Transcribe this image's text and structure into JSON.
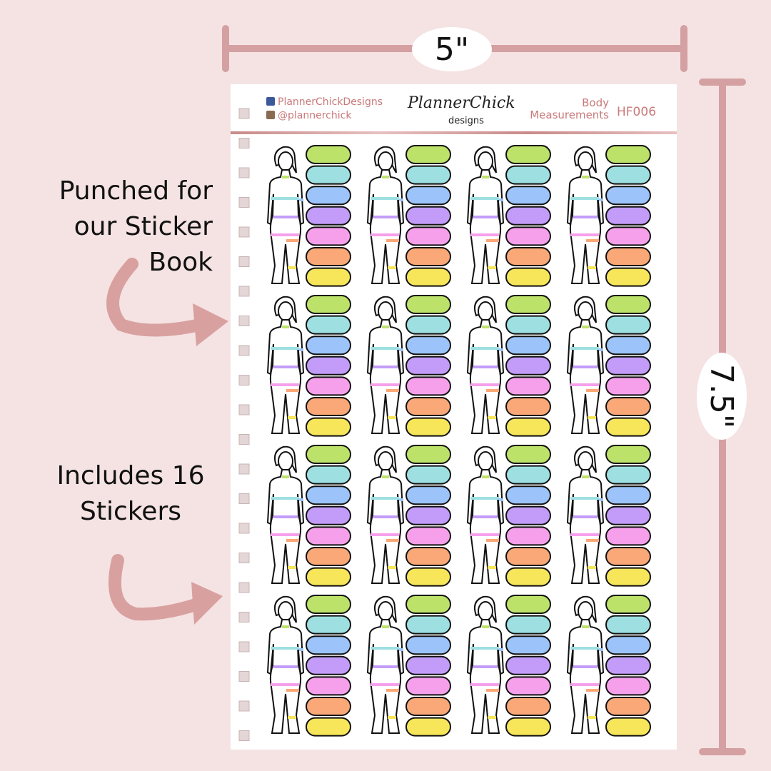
{
  "dimensions": {
    "width_label": "5\"",
    "height_label": "7.5\""
  },
  "captions": {
    "punched": [
      "Punched for",
      "our Sticker",
      "Book"
    ],
    "includes": [
      "Includes 16",
      "Stickers"
    ]
  },
  "header": {
    "facebook": "PlannerChickDesigns",
    "instagram": "@plannerchick",
    "logo_script": "PlannerChick",
    "logo_sub": "designs",
    "title_line1": "Body",
    "title_line2": "Measurements",
    "code": "HF006"
  },
  "sticker_count": 16,
  "colors": {
    "accent": "#d4a0a2",
    "bands": [
      "#bde26a",
      "#9ee0e2",
      "#9cc4fb",
      "#c39cf9",
      "#f6a0ec",
      "#fba878",
      "#f8e65a"
    ]
  }
}
